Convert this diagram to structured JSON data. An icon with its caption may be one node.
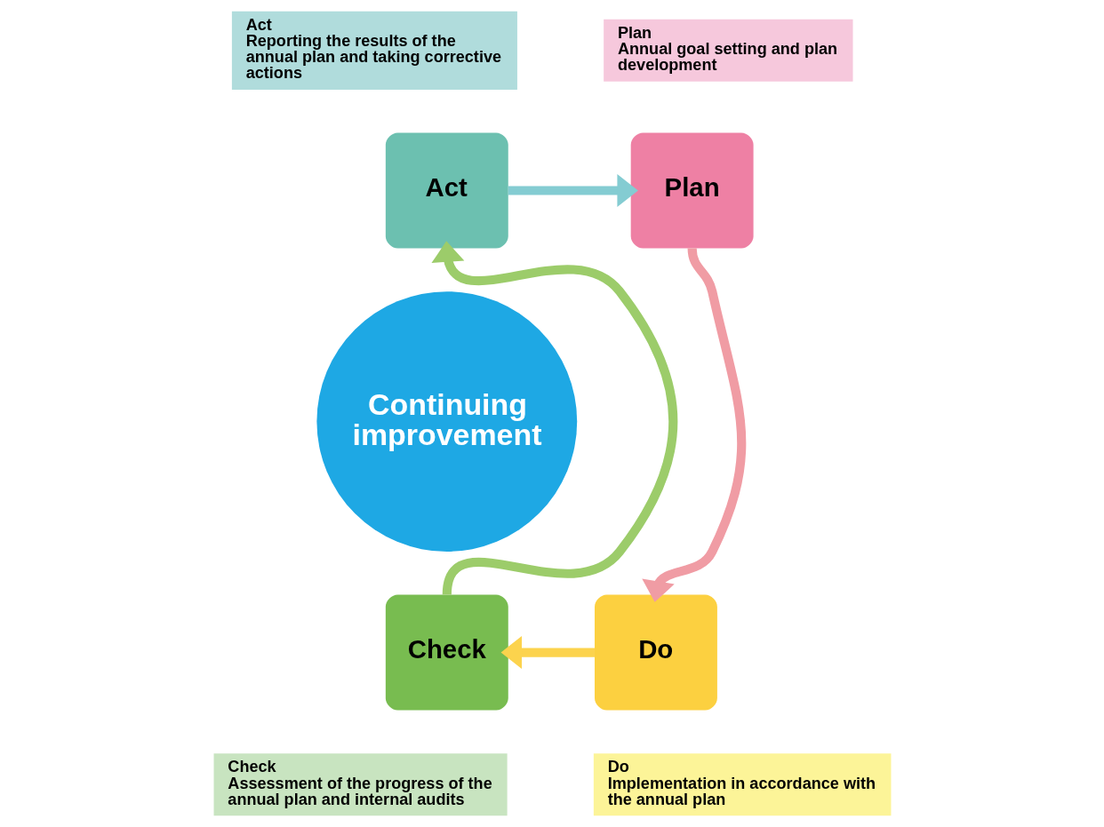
{
  "diagram": {
    "nodes": [
      {
        "text": [
          "Act",
          "Reporting the results of the annual plan and taking corrective actions"
        ]
      },
      {
        "text": [
          "Plan",
          "Annual goal setting and plan development"
        ]
      },
      {
        "text": [
          "Act"
        ]
      },
      {
        "text": [
          "Plan"
        ]
      },
      {
        "text": [
          "Continuing improvement"
        ]
      },
      {
        "text": [
          "Check"
        ]
      },
      {
        "text": [
          "Do"
        ]
      },
      {
        "text": [
          "Check",
          "Assessment of the progress of the annual plan and internal audits"
        ]
      },
      {
        "text": [
          "Do",
          "Implementation in accordance with the annual plan"
        ]
      }
    ],
    "edges": [
      {
        "from": 2,
        "to": 3,
        "arrow": "to",
        "color": "#84ccd2"
      },
      {
        "from": 3,
        "to": 6,
        "arrow": "to",
        "color": "#f09ca4"
      },
      {
        "from": 6,
        "to": 5,
        "arrow": "to",
        "color": "#fcd34d"
      },
      {
        "from": 5,
        "to": 2,
        "arrow": "to",
        "color": "#9ccc6a"
      }
    ]
  }
}
